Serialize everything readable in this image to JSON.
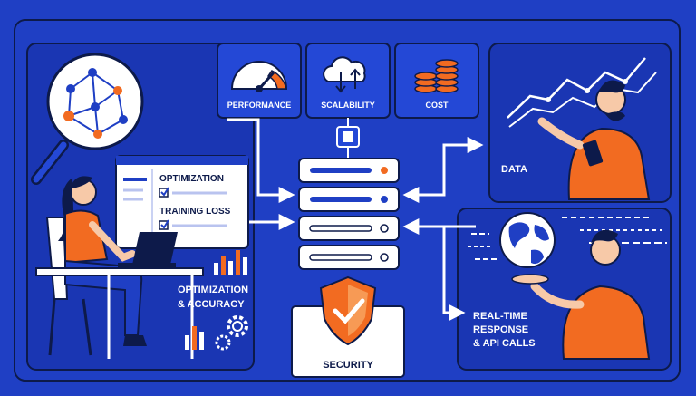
{
  "metrics": [
    {
      "label": "PERFORMANCE",
      "icon": "gauge-icon"
    },
    {
      "label": "SCALABILITY",
      "icon": "cloud-sync-icon"
    },
    {
      "label": "COST",
      "icon": "coins-icon"
    }
  ],
  "monitor": {
    "line1": "OPTIMIZATION",
    "line2": "TRAINING LOSS"
  },
  "optimization_label": {
    "line1": "OPTIMIZATION",
    "line2": "& ACCURACY"
  },
  "data_label": "DATA",
  "realtime_label": {
    "line1": "REAL-TIME",
    "line2": "RESPONSE",
    "line3": "& API CALLS"
  },
  "security_label": "SECURITY",
  "colors": {
    "background": "#1f3fc4",
    "panel": "#1a36b3",
    "orange": "#f26b21",
    "navy": "#0d1a4a",
    "white": "#ffffff"
  }
}
